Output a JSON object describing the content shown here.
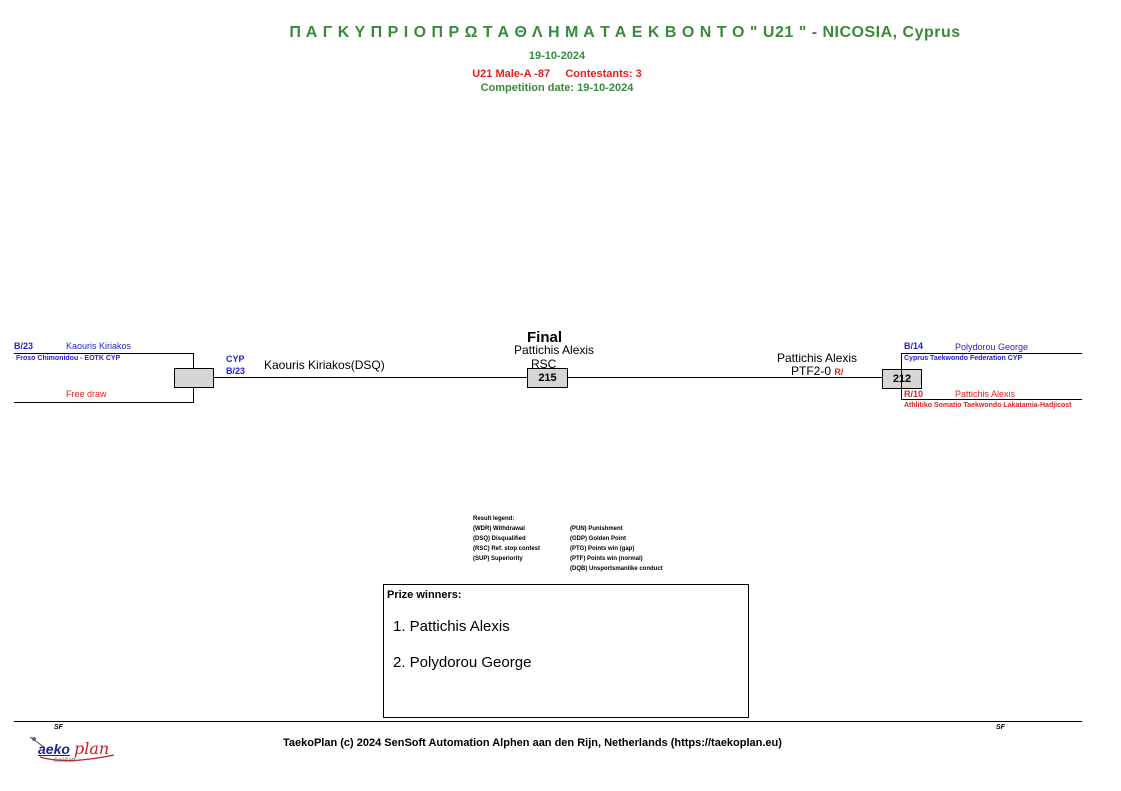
{
  "header": {
    "title": "Π Α Γ Κ Υ Π Ρ Ι Ο Π Ρ Ω Τ Α Θ Λ Η Μ Α Τ Α Ε Κ Β Ο Ν Τ Ο \" U21 \" - NICOSIA, Cyprus",
    "date": "19-10-2024",
    "category": "U21 Male-A -87",
    "contestants": "Contestants: 3",
    "competition_date": "Competition date: 19-10-2024"
  },
  "left_bracket": {
    "top_seed": "B/23",
    "top_name": "Kaouris Kiriakos",
    "top_club": "Froso Chimonidou - EOTK CYP",
    "bottom_name": "Free draw",
    "country": "CYP",
    "seed": "B/23",
    "winner": "Kaouris Kiriakos(DSQ)"
  },
  "final": {
    "label": "Final",
    "winner": "Pattichis Alexis",
    "result": "RSC",
    "match_no": "215"
  },
  "right_bracket": {
    "winner": "Pattichis Alexis",
    "result": "PTF2-0",
    "result_mark": "R/",
    "match_no": "212",
    "top_seed": "B/14",
    "top_name": "Polydorou George",
    "top_club": "Cyprus Taekwondo Federation CYP",
    "bottom_seed": "R/10",
    "bottom_name": "Pattichis Alexis",
    "bottom_club": "Athlitiko Somatio Taekwondo Lakatamia-Hadjicost"
  },
  "legend": {
    "heading": "Result legend:",
    "left": [
      "(WDR) Withdrawal",
      "(DSQ) Disqualified",
      "(RSC) Ref. stop contest",
      "(SUP) Superiority"
    ],
    "right": [
      "(PUN) Punishment",
      "(GDP) Golden Point",
      "(PTG) Points win (gap)",
      "(PTF) Points win (normal)",
      "(DQB) Unsportsmanlike conduct"
    ]
  },
  "prize": {
    "heading": "Prize winners:",
    "first": "1. Pattichis Alexis",
    "second": "2. Polydorou George"
  },
  "footer": {
    "sf_left": "SF",
    "sf_right": "SF",
    "copyright": "TaekoPlan (c) 2024 SenSoft Automation Alphen aan den Rijn, Netherlands (https://taekoplan.eu)",
    "logo_main": "aeko",
    "logo_script": "plan",
    "logo_sub": "SenSoft"
  },
  "colors": {
    "green": "#3a8a3a",
    "red": "#e02020",
    "blue": "#1f1fd0"
  }
}
